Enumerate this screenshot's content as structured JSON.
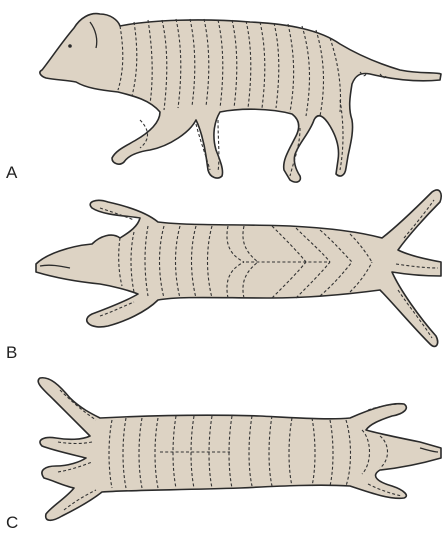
{
  "figure": {
    "panels": [
      {
        "label": "A",
        "view": "lateral"
      },
      {
        "label": "B",
        "view": "dorsal"
      },
      {
        "label": "C",
        "view": "ventral"
      }
    ],
    "colors": {
      "skin_fill": "#ddd3c4",
      "outline": "#2b2b2b",
      "dashed_lines": "#333333",
      "background": "#ffffff"
    }
  }
}
